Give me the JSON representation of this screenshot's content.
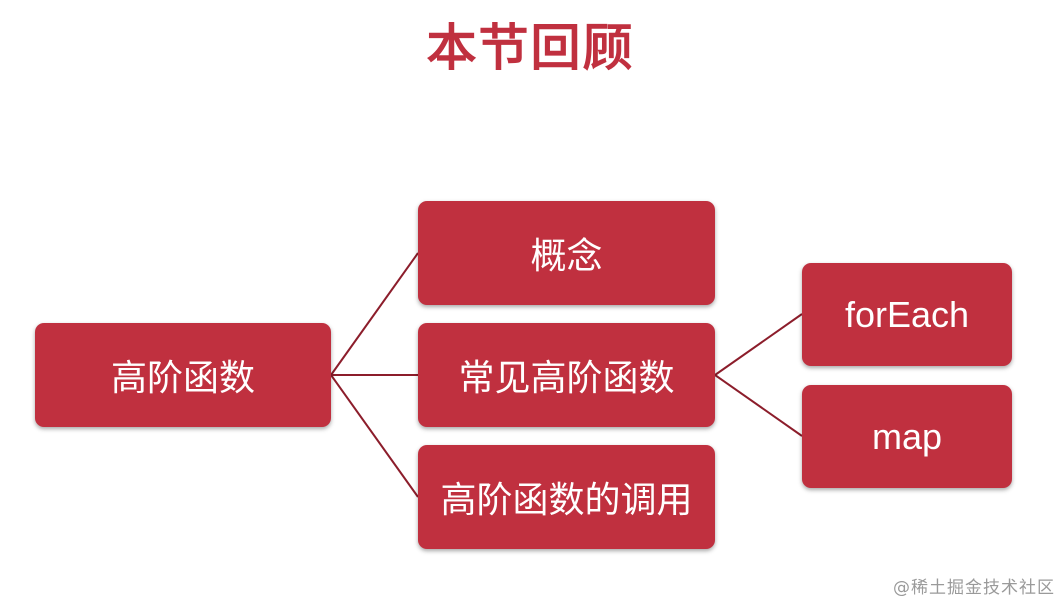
{
  "title": "本节回顾",
  "colors": {
    "accent": "#c0303f",
    "connector": "#8c1d2b",
    "node_text": "#ffffff",
    "watermark": "#9a9a9a"
  },
  "diagram": {
    "type": "mind-map",
    "root": {
      "label": "高阶函数",
      "children": [
        {
          "label": "概念"
        },
        {
          "label": "常见高阶函数",
          "children": [
            {
              "label": "forEach"
            },
            {
              "label": "map"
            }
          ]
        },
        {
          "label": "高阶函数的调用"
        }
      ]
    }
  },
  "watermark": "@稀土掘金技术社区"
}
